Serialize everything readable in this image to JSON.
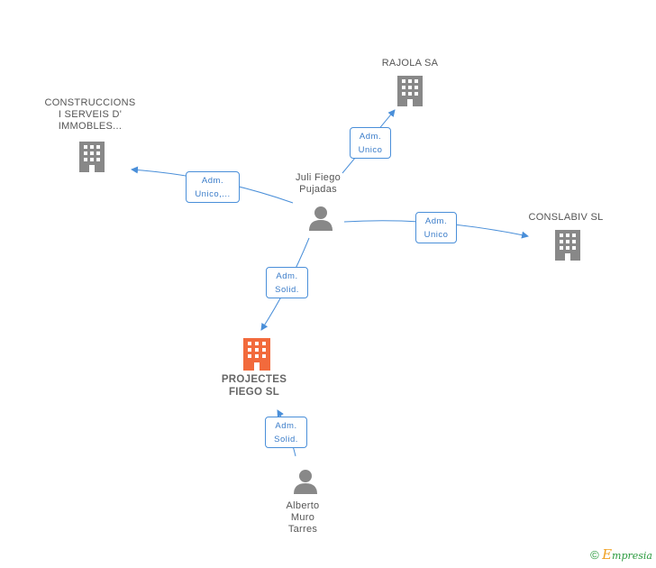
{
  "colors": {
    "edge": "#4a8fd9",
    "company": "#888888",
    "focus_company": "#f26a3c",
    "person": "#888888"
  },
  "nodes": {
    "rajola": {
      "name": "RAJOLA SA",
      "icon": "building-icon"
    },
    "construccions": {
      "lines": [
        "CONSTRUCCIONS",
        "I SERVEIS D'",
        "IMMOBLES..."
      ],
      "icon": "building-icon"
    },
    "conslabiv": {
      "name": "CONSLABIV SL",
      "icon": "building-icon"
    },
    "projectes": {
      "lines": [
        "PROJECTES",
        "FIEGO SL"
      ],
      "icon": "building-icon"
    },
    "juli": {
      "lines": [
        "Juli Fiego",
        "Pujadas"
      ],
      "icon": "person-icon"
    },
    "alberto": {
      "lines": [
        "Alberto",
        "Muro",
        "Tarres"
      ],
      "icon": "person-icon"
    }
  },
  "edges": {
    "juli_rajola": [
      "Adm.",
      "Unico"
    ],
    "juli_construccions": [
      "Adm.",
      "Unico,..."
    ],
    "juli_conslabiv": [
      "Adm.",
      "Unico"
    ],
    "juli_projectes": [
      "Adm.",
      "Solid."
    ],
    "alberto_projectes": [
      "Adm.",
      "Solid."
    ]
  },
  "footer": {
    "copyright": "©",
    "brand_initial": "E",
    "brand_rest": "mpresia"
  }
}
